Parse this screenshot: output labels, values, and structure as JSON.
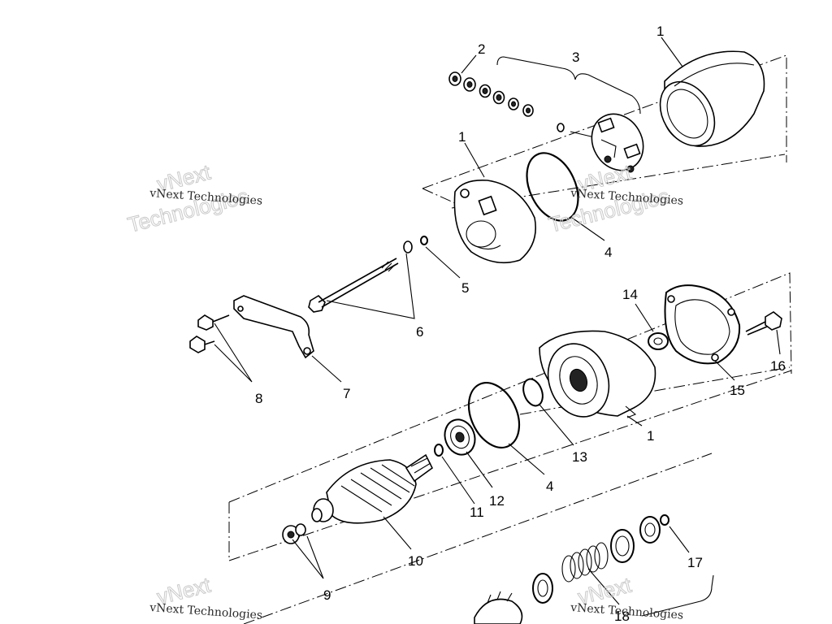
{
  "callouts": {
    "c1_top": "1",
    "c1_endcap": "1",
    "c1_housing": "1",
    "c2": "2",
    "c3": "3",
    "c4_top": "4",
    "c4_bottom": "4",
    "c5": "5",
    "c6": "6",
    "c7": "7",
    "c8": "8",
    "c9": "9",
    "c10": "10",
    "c11": "11",
    "c12": "12",
    "c13": "13",
    "c14": "14",
    "c15": "15",
    "c16": "16",
    "c17": "17",
    "c18": "18"
  },
  "watermark": {
    "company": "vNext Technologies",
    "brand_top": "vNext",
    "brand_bottom": "Technologies"
  }
}
